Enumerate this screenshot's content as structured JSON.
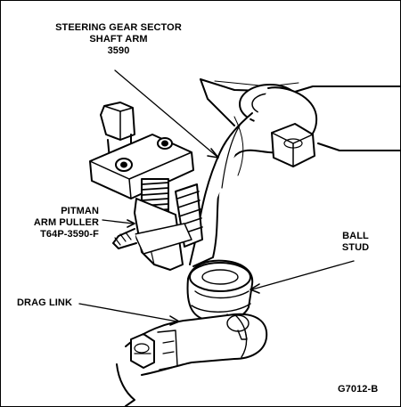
{
  "callouts": {
    "sector_arm": {
      "line1": "STEERING GEAR SECTOR",
      "line2": "SHAFT ARM",
      "line3": "3590"
    },
    "puller": {
      "line1": "PITMAN",
      "line2": "ARM PULLER",
      "line3": "T64P-3590-F"
    },
    "ball_stud": {
      "line1": "BALL",
      "line2": "STUD"
    },
    "drag_link": {
      "line1": "DRAG LINK"
    }
  },
  "figure_code": "G7012-B"
}
